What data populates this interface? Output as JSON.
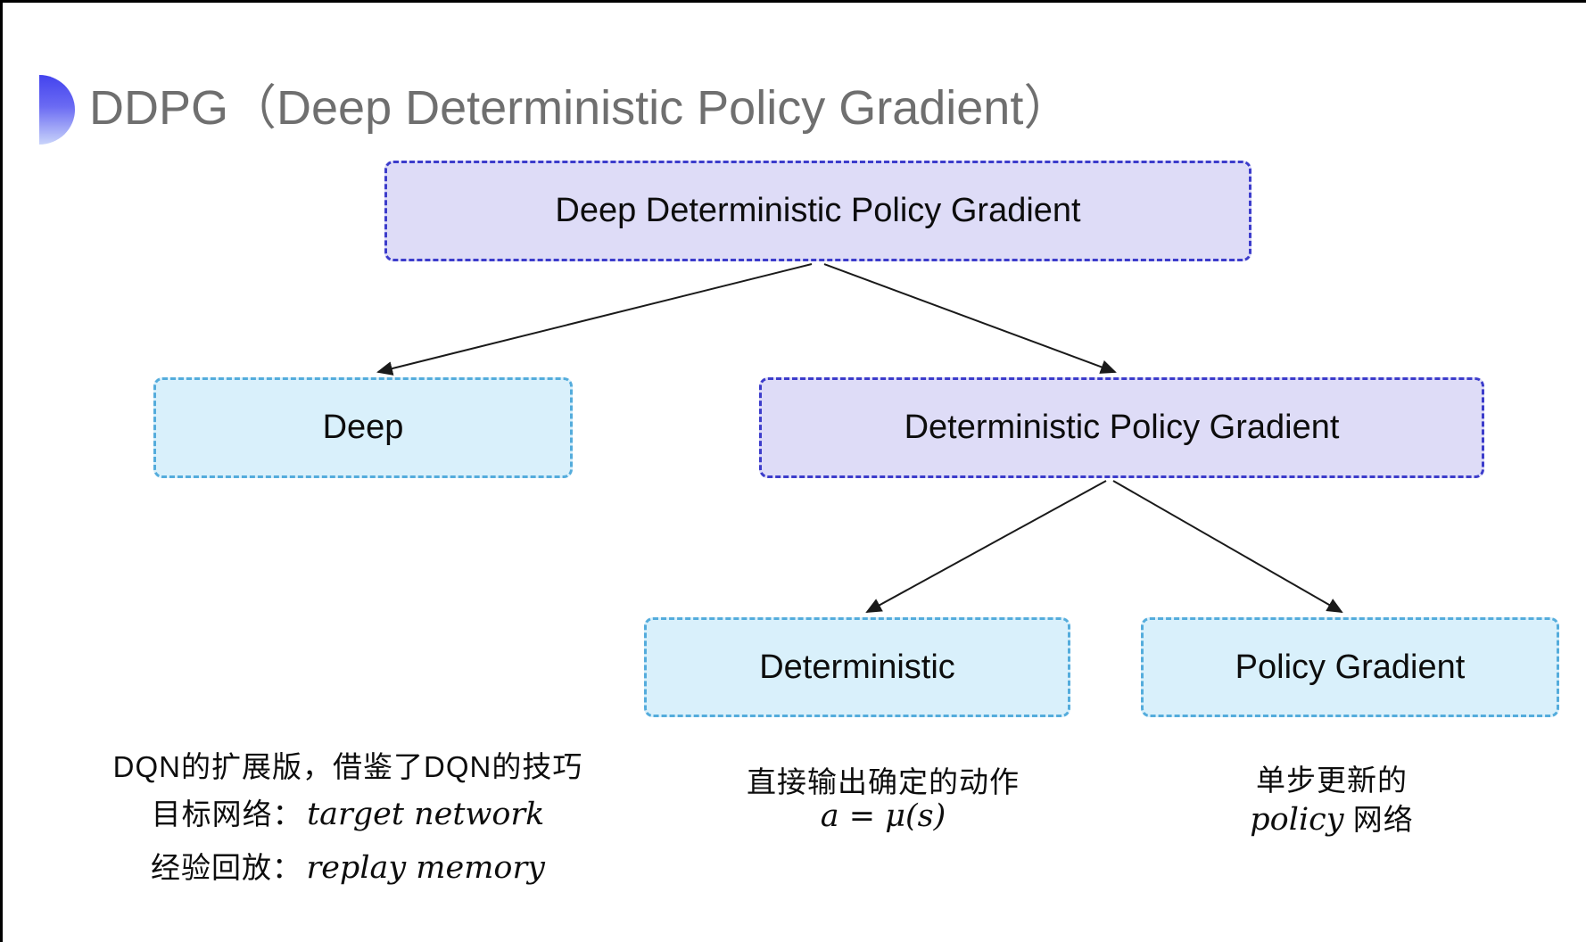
{
  "header": {
    "title": "DDPG（Deep Deterministic Policy Gradient）"
  },
  "colors": {
    "purple_fill": "#dedcf7",
    "purple_border": "#3c3ccb",
    "cyan_fill": "#d9f0fb",
    "cyan_border": "#54acdc",
    "title_gray": "#6f6f6f",
    "bullet_blue": "#4343ee",
    "arrow_black": "#1a1a1a"
  },
  "diagram": {
    "nodes": [
      {
        "id": "ddpg",
        "label": "Deep Deterministic Policy Gradient",
        "variant": "purple"
      },
      {
        "id": "deep",
        "label": "Deep",
        "variant": "cyan"
      },
      {
        "id": "dpg",
        "label": "Deterministic Policy Gradient",
        "variant": "purple"
      },
      {
        "id": "deterministic",
        "label": "Deterministic",
        "variant": "cyan"
      },
      {
        "id": "policy_gradient",
        "label": "Policy Gradient",
        "variant": "cyan"
      }
    ],
    "edges": [
      {
        "from": "ddpg",
        "to": "deep"
      },
      {
        "from": "ddpg",
        "to": "dpg"
      },
      {
        "from": "dpg",
        "to": "deterministic"
      },
      {
        "from": "dpg",
        "to": "policy_gradient"
      }
    ]
  },
  "notes": {
    "deep": {
      "line1": "DQN的扩展版，借鉴了DQN的技巧",
      "line2_label": "目标网络：",
      "line2_term": "target network",
      "line3_label": "经验回放：",
      "line3_term": "replay memory"
    },
    "deterministic": {
      "line1": "直接输出确定的动作",
      "formula": "a = μ(s)"
    },
    "policy_gradient": {
      "line1": "单步更新的",
      "line2_term": "policy",
      "line2_rest": " 网络"
    }
  }
}
